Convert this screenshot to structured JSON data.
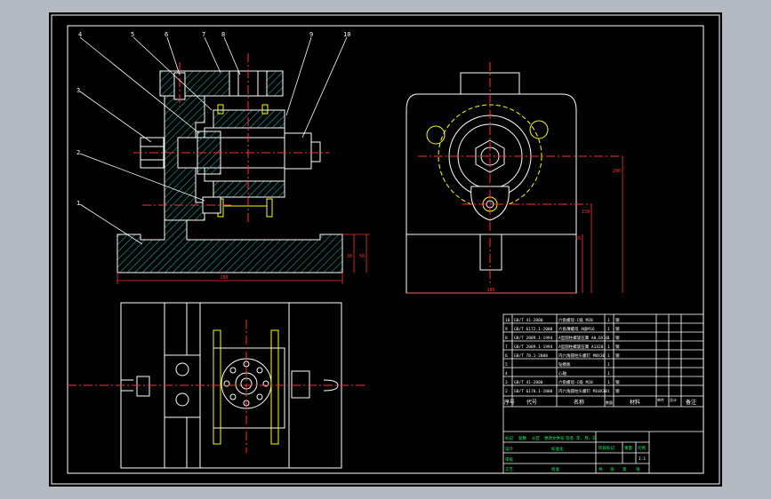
{
  "colors": {
    "background": "#b4b9c2",
    "sheet": "#000000",
    "frame": "#ffffff",
    "hatch": "#00c8c8",
    "centerline": "#ff3030",
    "hidden": "#ffff00",
    "dimension": "#ff3030",
    "table_text": "#ffffff",
    "table_green": "#00ff66"
  },
  "balloons": [
    "4",
    "5",
    "6",
    "7",
    "8",
    "9",
    "10",
    "3",
    "2",
    "1"
  ],
  "dimensions": {
    "base_width": "280",
    "base_height_a": "30",
    "base_height_b": "56",
    "side_width": "180",
    "side_height_a": "200",
    "side_height_b": "150",
    "side_height_c": "65"
  },
  "parts_list": {
    "rows": [
      {
        "no": "10",
        "code": "GB/T 41-2000",
        "name": "六角螺母-C级 M20",
        "qty": "1",
        "material": "钢",
        "note": ""
      },
      {
        "no": "9",
        "code": "GB/T 6172.1-2000",
        "name": "六角薄螺母 A级M16",
        "qty": "1",
        "material": "钢",
        "note": ""
      },
      {
        "no": "8",
        "code": "GB/T 2089.1-1994",
        "name": "A型圆柱螺旋压簧 A0.6X10",
        "qty": "1",
        "material": "钢",
        "note": ""
      },
      {
        "no": "7",
        "code": "GB/T 2089.1-1994",
        "name": "A型圆柱螺旋压簧 A1X20",
        "qty": "1",
        "material": "钢",
        "note": ""
      },
      {
        "no": "6",
        "code": "GB/T 70.1-2000",
        "name": "内六角圆柱头螺钉 M8X30",
        "qty": "1",
        "material": "钢",
        "note": ""
      },
      {
        "no": "5",
        "code": "",
        "name": "钻模板",
        "qty": "1",
        "material": "",
        "note": ""
      },
      {
        "no": "4",
        "code": "",
        "name": "心轴",
        "qty": "1",
        "material": "",
        "note": ""
      },
      {
        "no": "3",
        "code": "GB/T 41-2000",
        "name": "六角螺母-C级 M20",
        "qty": "1",
        "material": "钢",
        "note": ""
      },
      {
        "no": "2",
        "code": "GB/T 6170.1-2000",
        "name": "内六角圆柱头螺钉 M10X30",
        "qty": "1",
        "material": "钢",
        "note": ""
      }
    ],
    "header": {
      "no": "序号",
      "code": "代号",
      "name": "名称",
      "qty": "数量",
      "material": "材料",
      "unit_weight": "单件",
      "total_weight": "总计",
      "note": "备注"
    }
  },
  "title_block": {
    "labels": [
      "标记",
      "处数",
      "分区",
      "更改文件号",
      "签名",
      "年、月、日",
      "设计",
      "标准化",
      "审核",
      "工艺",
      "批准",
      "阶段标记",
      "重量",
      "比例",
      "共",
      "张",
      "第",
      "张"
    ],
    "scale": "1:1"
  }
}
